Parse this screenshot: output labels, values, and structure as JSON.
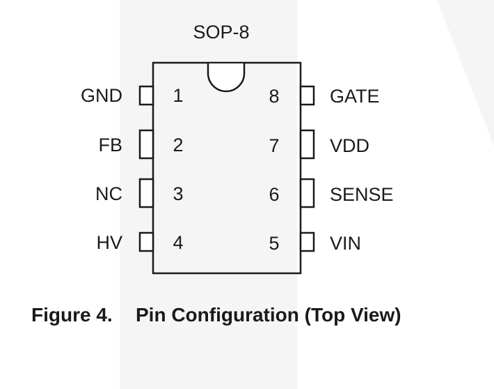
{
  "package": {
    "title": "SOP-8"
  },
  "pins": [
    {
      "number": "1",
      "label": "GND",
      "side": "left"
    },
    {
      "number": "2",
      "label": "FB",
      "side": "left"
    },
    {
      "number": "3",
      "label": "NC",
      "side": "left"
    },
    {
      "number": "4",
      "label": "HV",
      "side": "left"
    },
    {
      "number": "5",
      "label": "VIN",
      "side": "right"
    },
    {
      "number": "6",
      "label": "SENSE",
      "side": "right"
    },
    {
      "number": "7",
      "label": "VDD",
      "side": "right"
    },
    {
      "number": "8",
      "label": "GATE",
      "side": "right"
    }
  ],
  "caption": {
    "number": "Figure 4.",
    "text": "Pin Configuration (Top View)"
  },
  "colors": {
    "ink": "#1a1a1a",
    "watermark": "#f4f4f4"
  }
}
